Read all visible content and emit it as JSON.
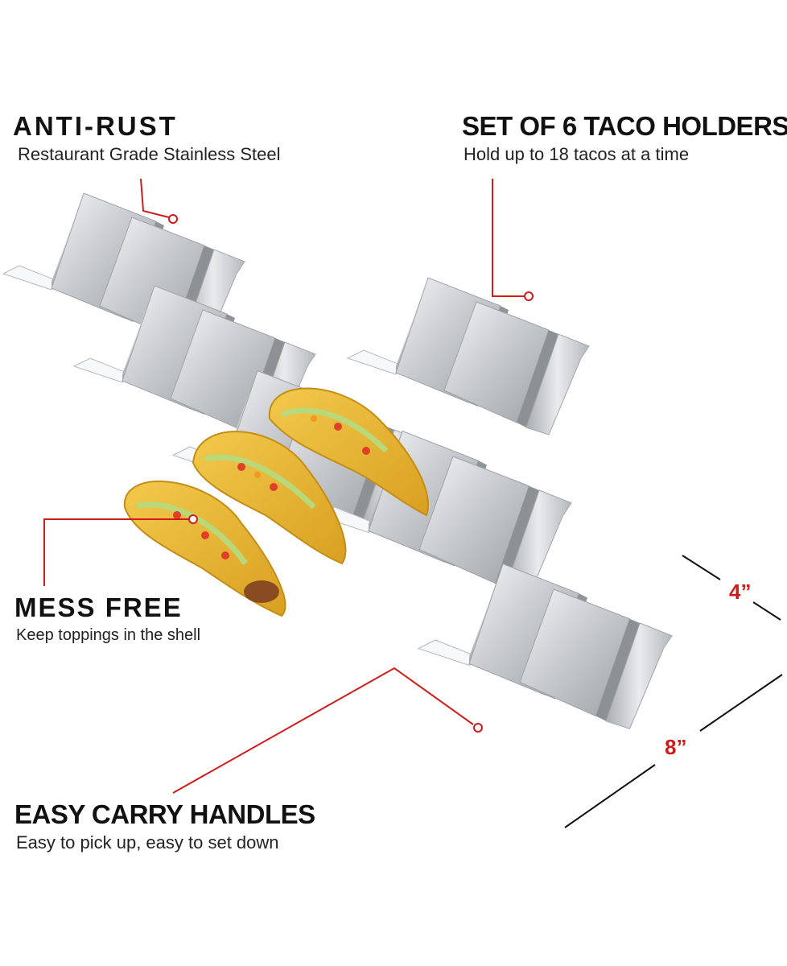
{
  "features": {
    "anti_rust": {
      "title": "ANTI-RUST",
      "subtitle": "Restaurant Grade Stainless Steel"
    },
    "set_of_6": {
      "title": "SET OF 6 TACO HOLDERS",
      "subtitle": "Hold up to 18 tacos at a time"
    },
    "mess_free": {
      "title": "MESS FREE",
      "subtitle": "Keep toppings in the shell"
    },
    "easy_carry": {
      "title": "EASY CARRY HANDLES",
      "subtitle": "Easy to pick up, easy to set down"
    }
  },
  "dimensions": {
    "depth": "4”",
    "length": "8”"
  },
  "colors": {
    "callout_line": "#d11a1a",
    "text": "#111111",
    "steel_light": "#eceef0",
    "steel_dark": "#8f9498",
    "taco_shell": "#e8b430"
  },
  "product": {
    "holder_count": 6,
    "tacos_shown": 3
  }
}
